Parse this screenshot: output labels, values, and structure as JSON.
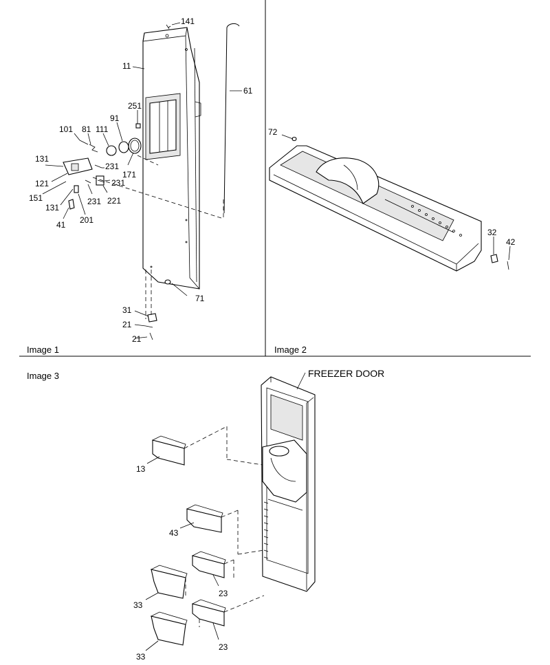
{
  "panels": {
    "panel1": "Image 1",
    "panel2": "Image 2",
    "panel3": "Image 3"
  },
  "callouts": {
    "freezer_door": "FREEZER DOOR"
  },
  "labels": {
    "p141": "141",
    "p11": "11",
    "p61": "61",
    "p251": "251",
    "p91": "91",
    "p101": "101",
    "p81": "81",
    "p111": "111",
    "p131a": "131",
    "p231a": "231",
    "p121": "121",
    "p231b": "231",
    "p171": "171",
    "p151": "151",
    "p131b": "131",
    "p231c": "231",
    "p221": "221",
    "p41": "41",
    "p201": "201",
    "p71": "71",
    "p31": "31",
    "p21a": "21",
    "p21b": "21",
    "p72": "72",
    "p32": "32",
    "p42": "42",
    "p13": "13",
    "p43": "43",
    "p23a": "23",
    "p33a": "33",
    "p23b": "23",
    "p33b": "33"
  }
}
